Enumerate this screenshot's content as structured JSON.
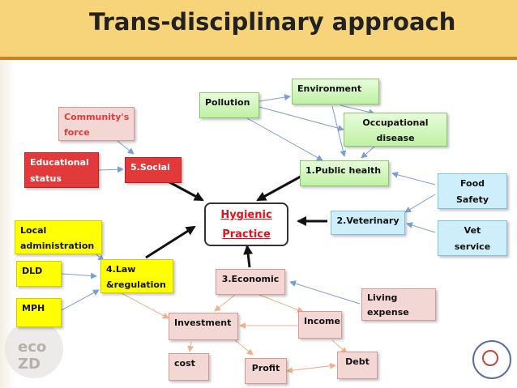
{
  "title": "Trans-disciplinary approach",
  "nodes": {
    "pollution": "Pollution",
    "environment": "Environment",
    "occupational_1": "Occupational",
    "occupational_2": "disease",
    "community_1": "Community's",
    "community_2": "force",
    "educational_1": "Educational",
    "educational_2": "status",
    "social": "5.Social",
    "public_health": "1.Public health",
    "food_1": "Food",
    "food_2": "Safety",
    "hygienic_1": "Hygienic",
    "hygienic_2": "Practice",
    "veterinary": "2.Veterinary",
    "vet_1": "Vet",
    "vet_2": "service",
    "local_1": "Local",
    "local_2": "administration",
    "dld": "DLD",
    "law_1": "4.Law",
    "law_2": "&regulation",
    "mph": "MPH",
    "economic": "3.Economic",
    "living_1": "Living",
    "living_2": "expense",
    "investment": "Investment",
    "income": "Income",
    "cost": "cost",
    "profit": "Profit",
    "debt": "Debt"
  },
  "colors": {
    "header": "#f7d37a",
    "header_rule": "#c9812a",
    "green_box": "#bff1a3",
    "red_box": "#e23a3a",
    "yellow_box": "#ffff00",
    "cyan_box": "#cdeefa",
    "pink_box": "#f2d7d5",
    "hygienic_text": "#e0121a",
    "blue_arrow": "#7a9fd4",
    "orange_arrow": "#f0b08a"
  },
  "logos": {
    "bottom_left": "ecoZD",
    "bottom_right": "seal-logo"
  }
}
